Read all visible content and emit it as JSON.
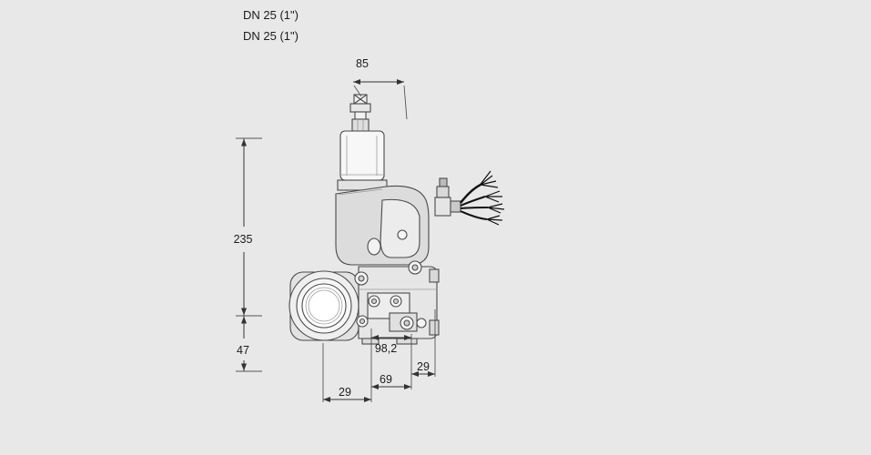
{
  "drawing": {
    "title_labels": {
      "dn_top": "DN 25 (1\")",
      "dn_bottom": "DN 25 (1\")"
    },
    "dimensions": {
      "width_top": "85",
      "height_main": "235",
      "height_lower": "47",
      "width_total": "98,2",
      "width_right": "29",
      "width_mid": "69",
      "width_left": "29"
    },
    "colors": {
      "background": "#e8e8e8",
      "drawing_line": "#4a4a4a",
      "dimension_line": "#333333",
      "text": "#1c1c1c",
      "wire": "#111111"
    }
  }
}
